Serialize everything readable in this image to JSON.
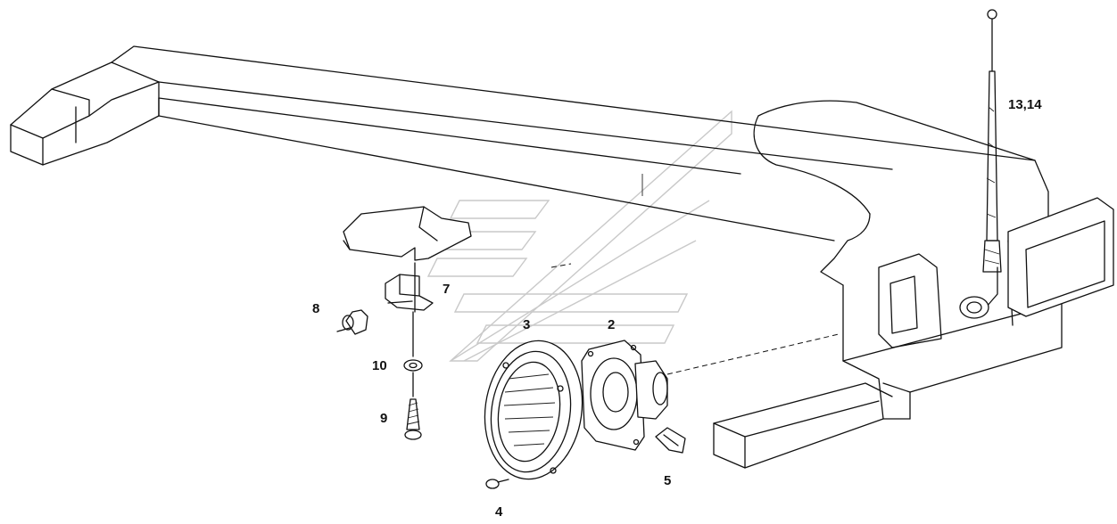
{
  "callouts": {
    "antenna": "13,14",
    "bracket": "7",
    "clip_nut": "8",
    "washer": "10",
    "screw_long": "9",
    "speaker_cover": "3",
    "speaker": "2",
    "spring_clip": "5",
    "screw_small": "4"
  }
}
